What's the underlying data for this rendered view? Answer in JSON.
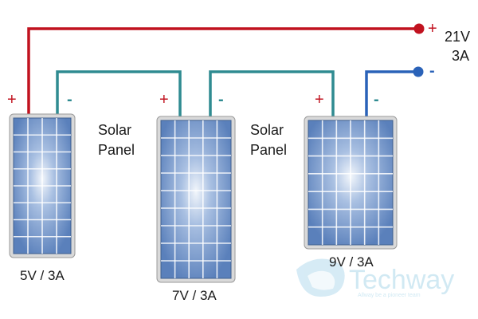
{
  "colors": {
    "positive_wire": "#c1121f",
    "link_wire": "#2f8b91",
    "negative_wire": "#2a62b8",
    "panel_frame": "#d9d9d9",
    "panel_cell": "#5f86bf",
    "panel_glow": "#ffffff",
    "watermark": "#bfe1f1"
  },
  "output": {
    "positive_sign": "+",
    "negative_sign": "-",
    "voltage": "21V",
    "current": "3A"
  },
  "panels": [
    {
      "rating": "5V / 3A",
      "plus_sign": "+",
      "minus_sign": "-"
    },
    {
      "rating": "7V / 3A",
      "plus_sign": "+",
      "minus_sign": "-"
    },
    {
      "rating": "9V / 3A",
      "plus_sign": "+",
      "minus_sign": "-"
    }
  ],
  "captions": [
    {
      "line1": "Solar",
      "line2": "Panel"
    },
    {
      "line1": "Solar",
      "line2": "Panel"
    }
  ],
  "watermark": {
    "brand": "Techway",
    "tagline": "Allway be a pioneer team"
  }
}
